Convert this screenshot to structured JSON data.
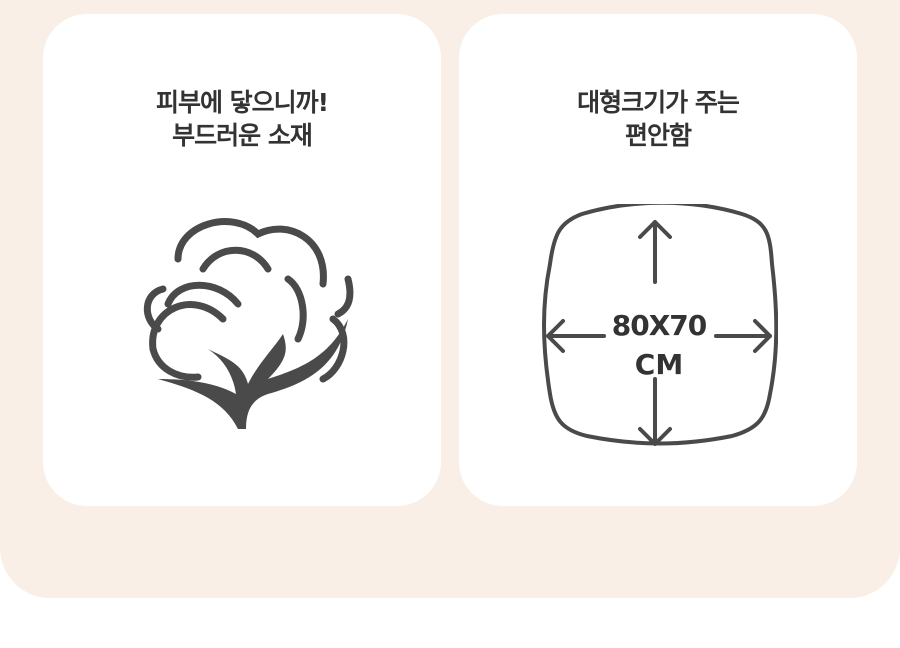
{
  "cards": [
    {
      "title_line1": "피부에 닿으니까!",
      "title_line2": "부드러운 소재",
      "icon": "cotton-icon"
    },
    {
      "title_line1": "대형크기가 주는",
      "title_line2": "편안함",
      "icon": "cushion-size-icon",
      "size_line1": "80X70",
      "size_line2": "CM"
    }
  ],
  "colors": {
    "background": "#f9efe6",
    "card": "#ffffff",
    "icon": "#4a4a4a",
    "text": "#333333"
  }
}
